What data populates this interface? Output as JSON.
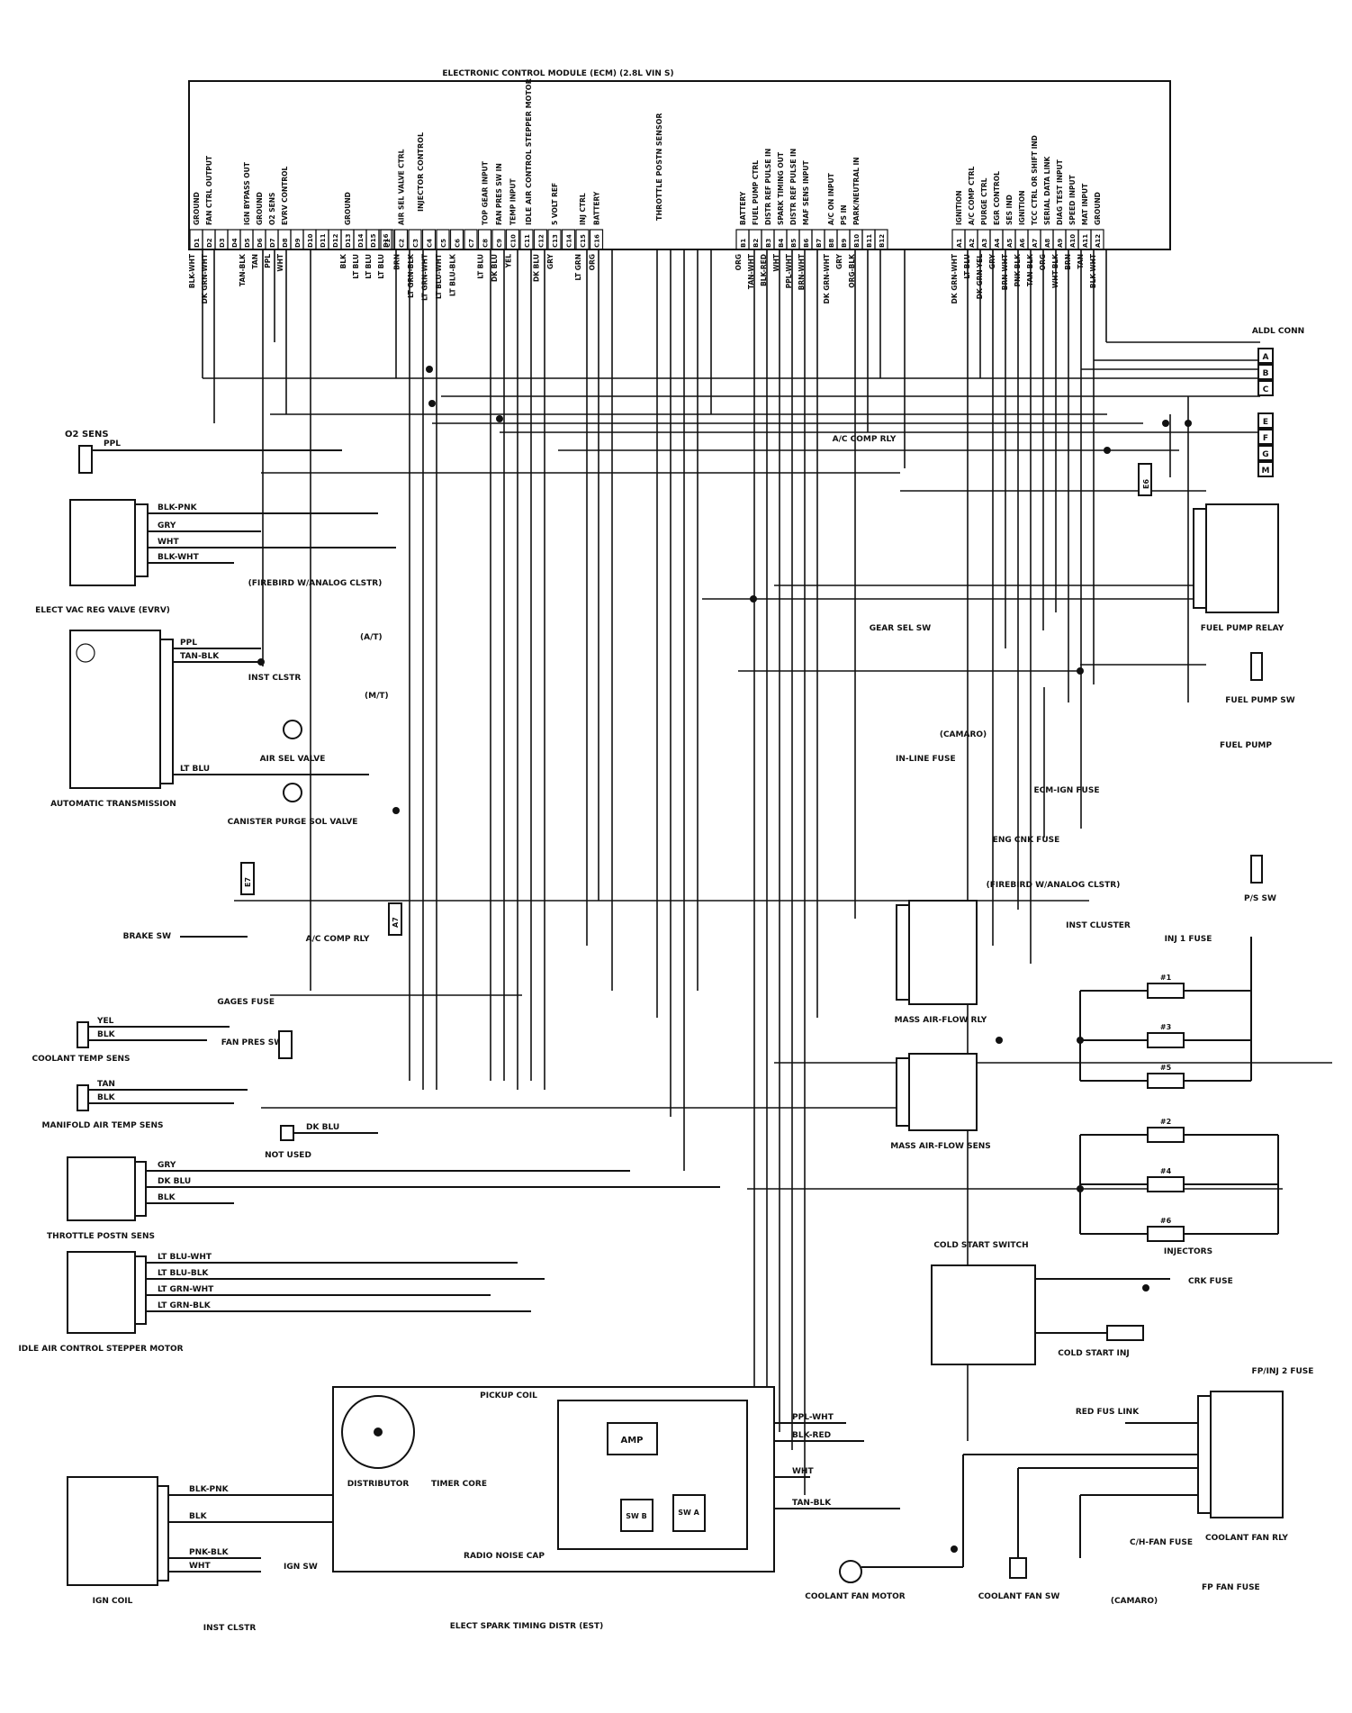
{
  "ecm": {
    "title": "ELECTRONIC CONTROL MODULE (ECM) (2.8L VIN S)",
    "group_labels": {
      "injector_control": "INJECTOR CONTROL",
      "idle_air_control": "IDLE AIR CONTROL STEPPER MOTOR",
      "throttle_postn": "THROTTLE POSTN SENSOR"
    },
    "pins": [
      {
        "id": "D1",
        "func": "GROUND",
        "wire": "BLK-WHT"
      },
      {
        "id": "D2",
        "func": "FAN CTRL OUTPUT",
        "wire": "DK GRN-WHT"
      },
      {
        "id": "D3",
        "func": "",
        "wire": ""
      },
      {
        "id": "D4",
        "func": "",
        "wire": ""
      },
      {
        "id": "D5",
        "func": "IGN BYPASS OUT",
        "wire": "TAN-BLK"
      },
      {
        "id": "D6",
        "func": "GROUND",
        "wire": "TAN"
      },
      {
        "id": "D7",
        "func": "O2 SENS",
        "wire": "PPL"
      },
      {
        "id": "D8",
        "func": "EVRV CONTROL",
        "wire": "WHT"
      },
      {
        "id": "D9",
        "func": "",
        "wire": ""
      },
      {
        "id": "D10",
        "func": "",
        "wire": ""
      },
      {
        "id": "D11",
        "func": "",
        "wire": ""
      },
      {
        "id": "D12",
        "func": "",
        "wire": ""
      },
      {
        "id": "D13",
        "func": "GROUND",
        "wire": "BLK"
      },
      {
        "id": "D14",
        "func": "",
        "wire": "LT BLU"
      },
      {
        "id": "D15",
        "func": "",
        "wire": "LT BLU"
      },
      {
        "id": "D16",
        "func": "",
        "wire": "LT BLU"
      },
      {
        "id": "C1",
        "func": "",
        "wire": ""
      },
      {
        "id": "C2",
        "func": "AIR SEL VALVE CTRL",
        "wire": "BRN"
      },
      {
        "id": "C3",
        "func": "",
        "wire": "LT GRN-BLK"
      },
      {
        "id": "C4",
        "func": "",
        "wire": "LT GRN-WHT"
      },
      {
        "id": "C5",
        "func": "",
        "wire": "LT BLU-WHT"
      },
      {
        "id": "C6",
        "func": "",
        "wire": "LT BLU-BLK"
      },
      {
        "id": "C7",
        "func": "",
        "wire": ""
      },
      {
        "id": "C8",
        "func": "TOP GEAR INPUT",
        "wire": "LT BLU"
      },
      {
        "id": "C9",
        "func": "FAN PRES SW IN",
        "wire": "DK BLU"
      },
      {
        "id": "C10",
        "func": "TEMP INPUT",
        "wire": "YEL"
      },
      {
        "id": "C11",
        "func": "",
        "wire": ""
      },
      {
        "id": "C12",
        "func": "",
        "wire": "DK BLU"
      },
      {
        "id": "C13",
        "func": "5 VOLT REF",
        "wire": "GRY"
      },
      {
        "id": "C14",
        "func": "",
        "wire": ""
      },
      {
        "id": "C15",
        "func": "INJ CTRL",
        "wire": "LT GRN"
      },
      {
        "id": "C16",
        "func": "BATTERY",
        "wire": "ORG"
      },
      {
        "id": "B1",
        "func": "BATTERY",
        "wire": "ORG"
      },
      {
        "id": "B2",
        "func": "FUEL PUMP CTRL",
        "wire": "TAN-WHT"
      },
      {
        "id": "B3",
        "func": "DISTR REF PULSE IN",
        "wire": "BLK-RED"
      },
      {
        "id": "B4",
        "func": "SPARK TIMING OUT",
        "wire": "WHT"
      },
      {
        "id": "B5",
        "func": "DISTR REF PULSE IN",
        "wire": "PPL-WHT"
      },
      {
        "id": "B6",
        "func": "MAF SENS INPUT",
        "wire": "BRN-WHT"
      },
      {
        "id": "B7",
        "func": "",
        "wire": ""
      },
      {
        "id": "B8",
        "func": "A/C ON INPUT",
        "wire": "DK GRN-WHT"
      },
      {
        "id": "B9",
        "func": "PS IN",
        "wire": "GRY"
      },
      {
        "id": "B10",
        "func": "PARK/NEUTRAL IN",
        "wire": "ORG-BLK"
      },
      {
        "id": "B11",
        "func": "",
        "wire": ""
      },
      {
        "id": "B12",
        "func": "",
        "wire": ""
      },
      {
        "id": "A1",
        "func": "IGNITION",
        "wire": "DK GRN-WHT"
      },
      {
        "id": "A2",
        "func": "A/C COMP CTRL",
        "wire": "LT BLU"
      },
      {
        "id": "A3",
        "func": "PURGE CTRL",
        "wire": "DK GRN-YEL"
      },
      {
        "id": "A4",
        "func": "EGR CONTROL",
        "wire": "GRY"
      },
      {
        "id": "A5",
        "func": "SES IND",
        "wire": "BRN-WHT"
      },
      {
        "id": "A6",
        "func": "IGNITION",
        "wire": "PNK-BLK"
      },
      {
        "id": "A7",
        "func": "TCC CTRL OR SHIFT IND",
        "wire": "TAN-BLK"
      },
      {
        "id": "A8",
        "func": "SERIAL DATA LINK",
        "wire": "ORG"
      },
      {
        "id": "A9",
        "func": "DIAG TEST INPUT",
        "wire": "WHT-BLK"
      },
      {
        "id": "A10",
        "func": "SPEED INPUT",
        "wire": "BRN"
      },
      {
        "id": "A11",
        "func": "MAT INPUT",
        "wire": "TAN"
      },
      {
        "id": "A12",
        "func": "GROUND",
        "wire": "BLK-WHT"
      }
    ]
  },
  "components": {
    "o2_sens": "O2 SENS",
    "evrv": "ELECT VAC REG VALVE (EVRV)",
    "auto_trans": "AUTOMATIC TRANSMISSION",
    "brake_sw": "BRAKE SW",
    "ac_comp_rly_left": "A/C COMP RLY",
    "ac_comp_rly_top": "A/C COMP RLY",
    "gages_fuse": "GAGES FUSE",
    "coolant_temp": "COOLANT TEMP SENS",
    "manifold_air_temp": "MANIFOLD AIR TEMP SENS",
    "not_used": "NOT USED",
    "throttle_postn": "THROTTLE POSTN SENS",
    "iac_motor": "IDLE AIR CONTROL STEPPER MOTOR",
    "ign_coil": "IGN COIL",
    "ign_sw": "IGN SW",
    "inst_clstr": "INST CLSTR",
    "distributor": "DISTRIBUTOR",
    "timer_core": "TIMER CORE",
    "pickup_coil": "PICKUP COIL",
    "amp": "AMP",
    "sw_b": "SW B",
    "sw_a": "SW A",
    "radio_noise_cap": "RADIO NOISE CAP",
    "est": "ELECT SPARK TIMING DISTR (EST)",
    "air_sel_valve": "AIR SEL VALVE",
    "canister_purge": "CANISTER PURGE SOL VALVE",
    "fan_pres_sw": "FAN PRES SW",
    "firebird_analog": "(FIREBIRD W/ANALOG CLSTR)",
    "at": "(A/T)",
    "mt": "(M/T)",
    "gear_sel_sw": "GEAR SEL SW",
    "camaro": "(CAMARO)",
    "in_line_fuse": "IN-LINE FUSE",
    "eng_cnk_fuse": "ENG CNK FUSE",
    "ecm_ign_fuse": "ECM-IGN FUSE",
    "inst_cluster": "INST CLUSTER",
    "mass_air_flow_rly": "MASS AIR-FLOW RLY",
    "mass_air_flow_sens": "MASS AIR-FLOW SENS",
    "aldl_conn": "ALDL CONN",
    "fuel_pump_relay": "FUEL PUMP RELAY",
    "fuel_pump_sw": "FUEL PUMP SW",
    "fuel_pump": "FUEL PUMP",
    "ps_sw": "P/S SW",
    "inj1_fuse": "INJ 1 FUSE",
    "injectors": "INJECTORS",
    "cold_start_switch": "COLD START SWITCH",
    "crk_fuse": "CRK FUSE",
    "cold_start_inj": "COLD START INJ",
    "fp_inj2_fuse": "FP/INJ 2 FUSE",
    "red_fus_link": "RED FUS LINK",
    "coolant_fan_rly": "COOLANT FAN RLY",
    "ch_fan_fuse": "C/H-FAN FUSE",
    "fp_fan_fuse": "FP FAN FUSE",
    "camaro2": "(CAMARO)",
    "coolant_fan_motor": "COOLANT FAN MOTOR",
    "coolant_fan_sw": "COOLANT FAN SW",
    "e6": "E6",
    "e7": "E7",
    "a7": "A7"
  },
  "aldl_pins": [
    "A",
    "B",
    "C",
    "E",
    "F",
    "G",
    "M"
  ],
  "injector_labels": [
    "#1",
    "#3",
    "#5",
    "#2",
    "#4",
    "#6"
  ]
}
